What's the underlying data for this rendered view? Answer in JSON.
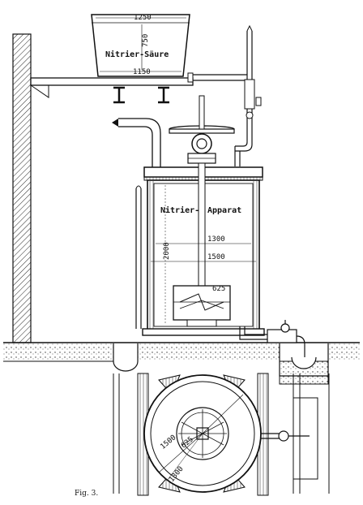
{
  "labels": {
    "tank_width": "1250",
    "tank_height": "750",
    "tank_title": "Nitrier-Säure",
    "tank_base_width": "1150",
    "apparatus_title_1": "Nitrier-",
    "apparatus_title_2": "Apparat",
    "inner_diameter": "1300",
    "outer_diameter": "1500",
    "apparatus_height": "2000",
    "stirrer_diameter": "625",
    "plan_outer": "1500",
    "plan_inner": "1300",
    "plan_stirrer": "625"
  },
  "caption": "Fig. 3."
}
